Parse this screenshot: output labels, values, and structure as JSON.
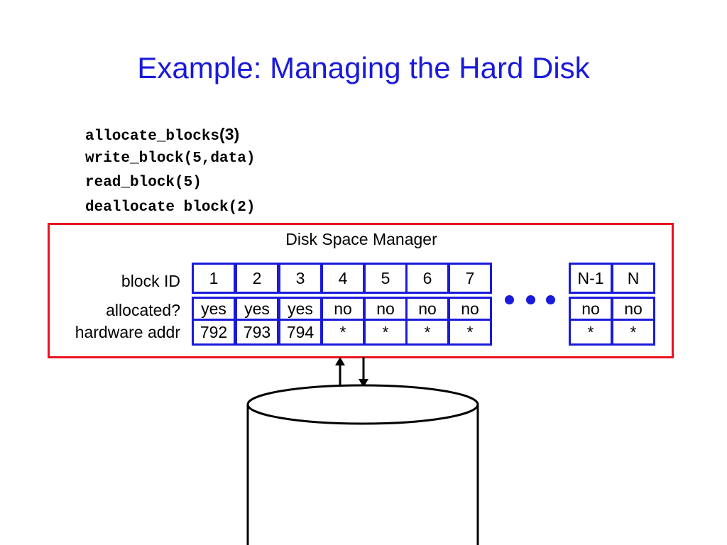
{
  "title": "Example: Managing the Hard Disk",
  "calls": [
    {
      "name": "allocate_blocks",
      "args": "(3)"
    },
    {
      "text": "write_block(5,data)"
    },
    {
      "text": "read_block(5)"
    },
    {
      "text": "deallocate block(2)"
    }
  ],
  "manager": {
    "title": "Disk Space Manager",
    "row_labels": [
      "block ID",
      "allocated?",
      "hardware addr"
    ],
    "blocks": [
      {
        "id": "1",
        "allocated": "yes",
        "addr": "792"
      },
      {
        "id": "2",
        "allocated": "yes",
        "addr": "793"
      },
      {
        "id": "3",
        "allocated": "yes",
        "addr": "794"
      },
      {
        "id": "4",
        "allocated": "no",
        "addr": "*"
      },
      {
        "id": "5",
        "allocated": "no",
        "addr": "*"
      },
      {
        "id": "6",
        "allocated": "no",
        "addr": "*"
      },
      {
        "id": "7",
        "allocated": "no",
        "addr": "*"
      },
      {
        "id": "N-1",
        "allocated": "no",
        "addr": "*"
      },
      {
        "id": "N",
        "allocated": "no",
        "addr": "*"
      }
    ]
  },
  "colors": {
    "title": "#1a1adb",
    "grid": "#1a1adb",
    "frame": "#e8141e"
  }
}
